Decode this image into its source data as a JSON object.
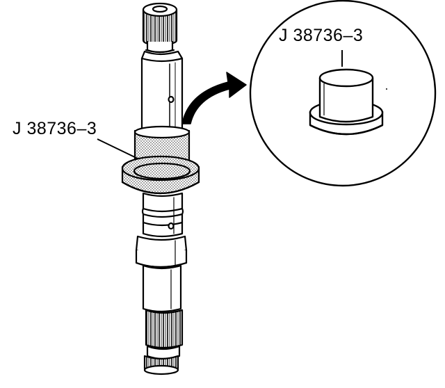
{
  "diagram": {
    "tool_label_main": "J 38736–3",
    "tool_label_detail": "J 38736–3",
    "colors": {
      "ink": "#000000",
      "paper": "#ffffff",
      "stipple": "#9a9a9a"
    },
    "parts": [
      "transmission-shaft",
      "installer-tool-on-shaft",
      "detail-callout-circle",
      "installer-tool-detail",
      "pointer-arrow"
    ]
  }
}
